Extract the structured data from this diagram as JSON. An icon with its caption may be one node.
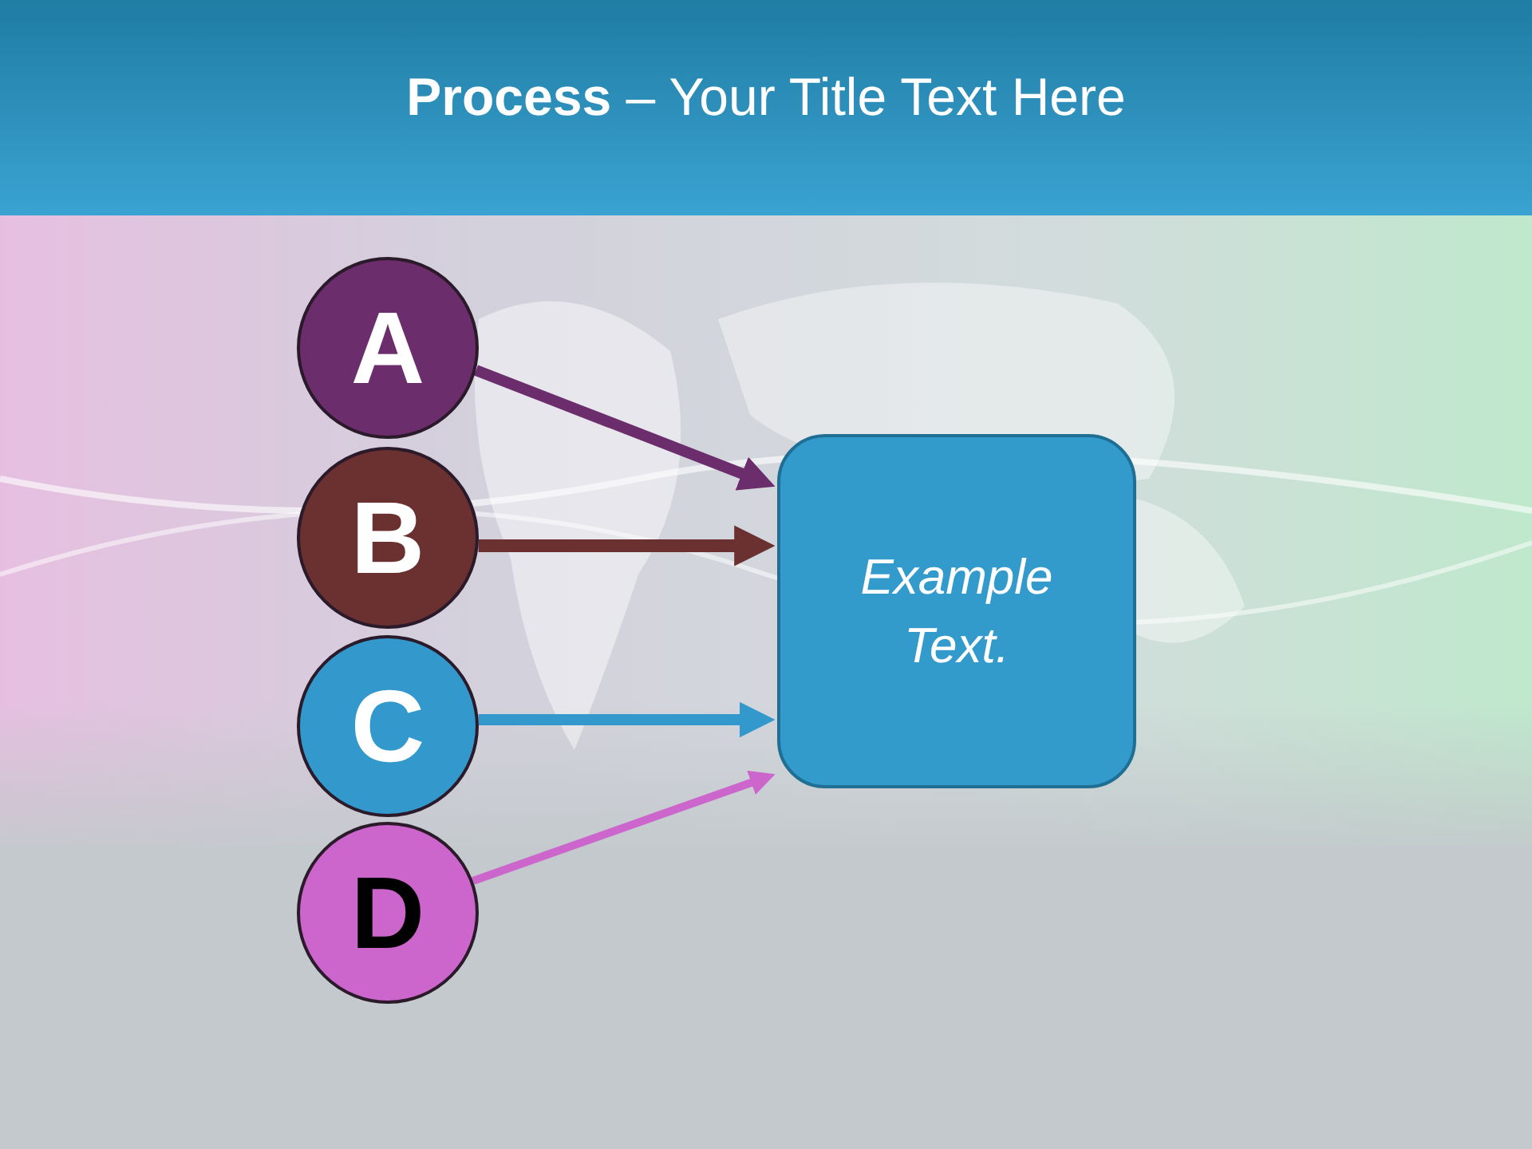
{
  "diagram": {
    "title": "**Process** – Your Title Text Here",
    "nodes": [
      {
        "text": [
          "A"
        ]
      },
      {
        "text": [
          "B"
        ]
      },
      {
        "text": [
          "C"
        ]
      },
      {
        "text": [
          "D"
        ]
      },
      {
        "text": [
          "Example Text."
        ]
      }
    ],
    "edges": [
      {
        "from": 0,
        "to": 4,
        "arrow": "to",
        "color": "#6b2d6b"
      },
      {
        "from": 1,
        "to": 4,
        "arrow": "to",
        "color": "#6b3030"
      },
      {
        "from": 2,
        "to": 4,
        "arrow": "to",
        "color": "#3399cc"
      },
      {
        "from": 3,
        "to": 4,
        "arrow": "to",
        "color": "#cc66cc"
      }
    ]
  }
}
